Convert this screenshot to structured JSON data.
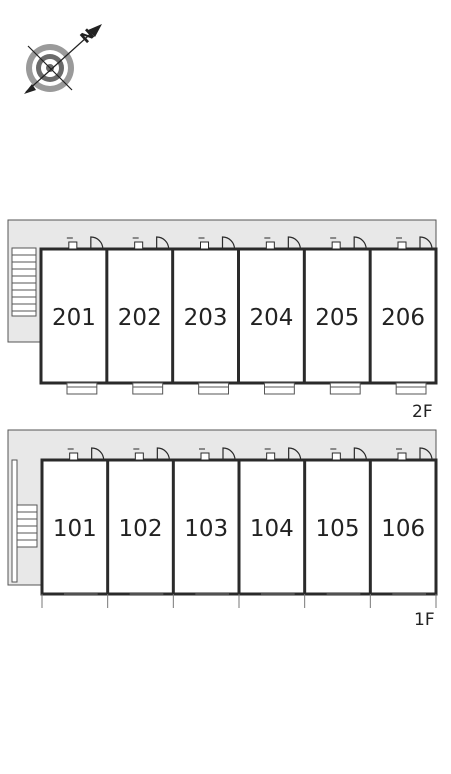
{
  "compass": {
    "icon": "north-compass-icon",
    "north_letter": "N"
  },
  "floors": [
    {
      "id": "2F",
      "label": "2F",
      "units": [
        "201",
        "202",
        "203",
        "204",
        "205",
        "206"
      ]
    },
    {
      "id": "1F",
      "label": "1F",
      "units": [
        "101",
        "102",
        "103",
        "104",
        "105",
        "106"
      ]
    }
  ],
  "colors": {
    "corridor_fill": "#e8e8e8",
    "wall": "#2a2a2a",
    "line": "#555555",
    "unit_fill": "#ffffff"
  }
}
